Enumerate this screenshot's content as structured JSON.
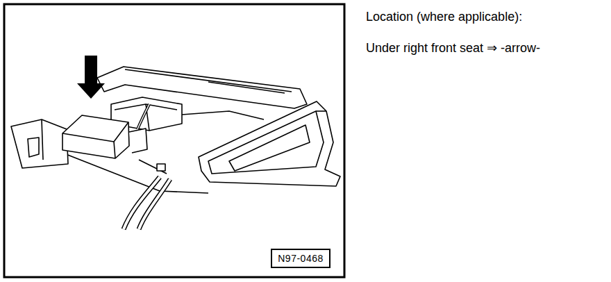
{
  "diagram": {
    "nodes": [
      {
        "text": [
          "N97-0468"
        ]
      }
    ],
    "labels": [
      "Location (where applicable):",
      "Under right front seat ⇒ -arrow-"
    ]
  }
}
